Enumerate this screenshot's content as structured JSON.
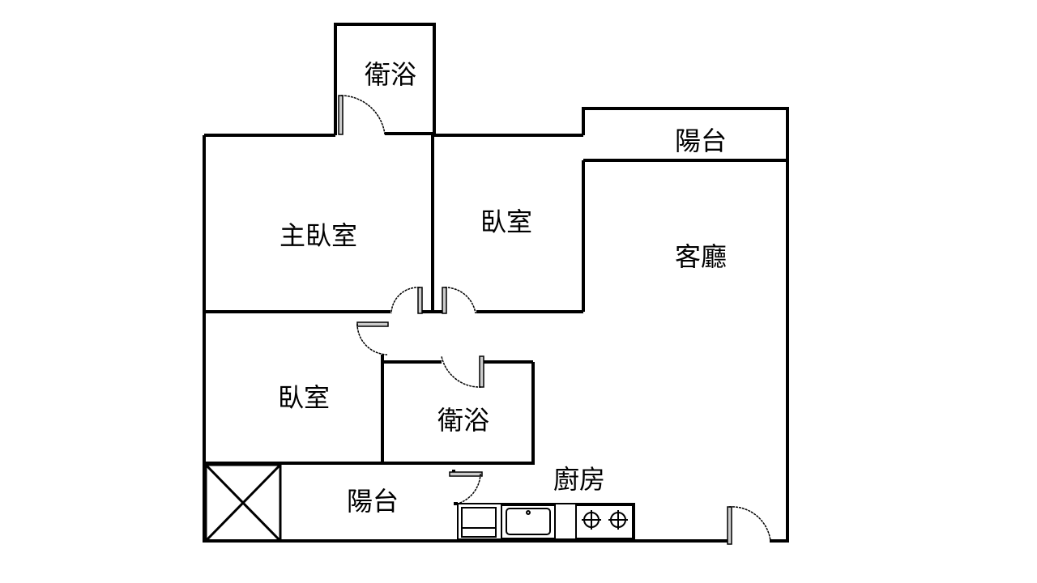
{
  "rooms": {
    "bath_top": "衛浴",
    "balcony_top": "陽台",
    "master_bedroom": "主臥室",
    "bedroom_top": "臥室",
    "living_room": "客廳",
    "bedroom_bottom": "臥室",
    "bath_bottom": "衛浴",
    "kitchen": "廚房",
    "balcony_bottom": "陽台"
  },
  "colors": {
    "wall": "#000000",
    "background": "#ffffff"
  }
}
